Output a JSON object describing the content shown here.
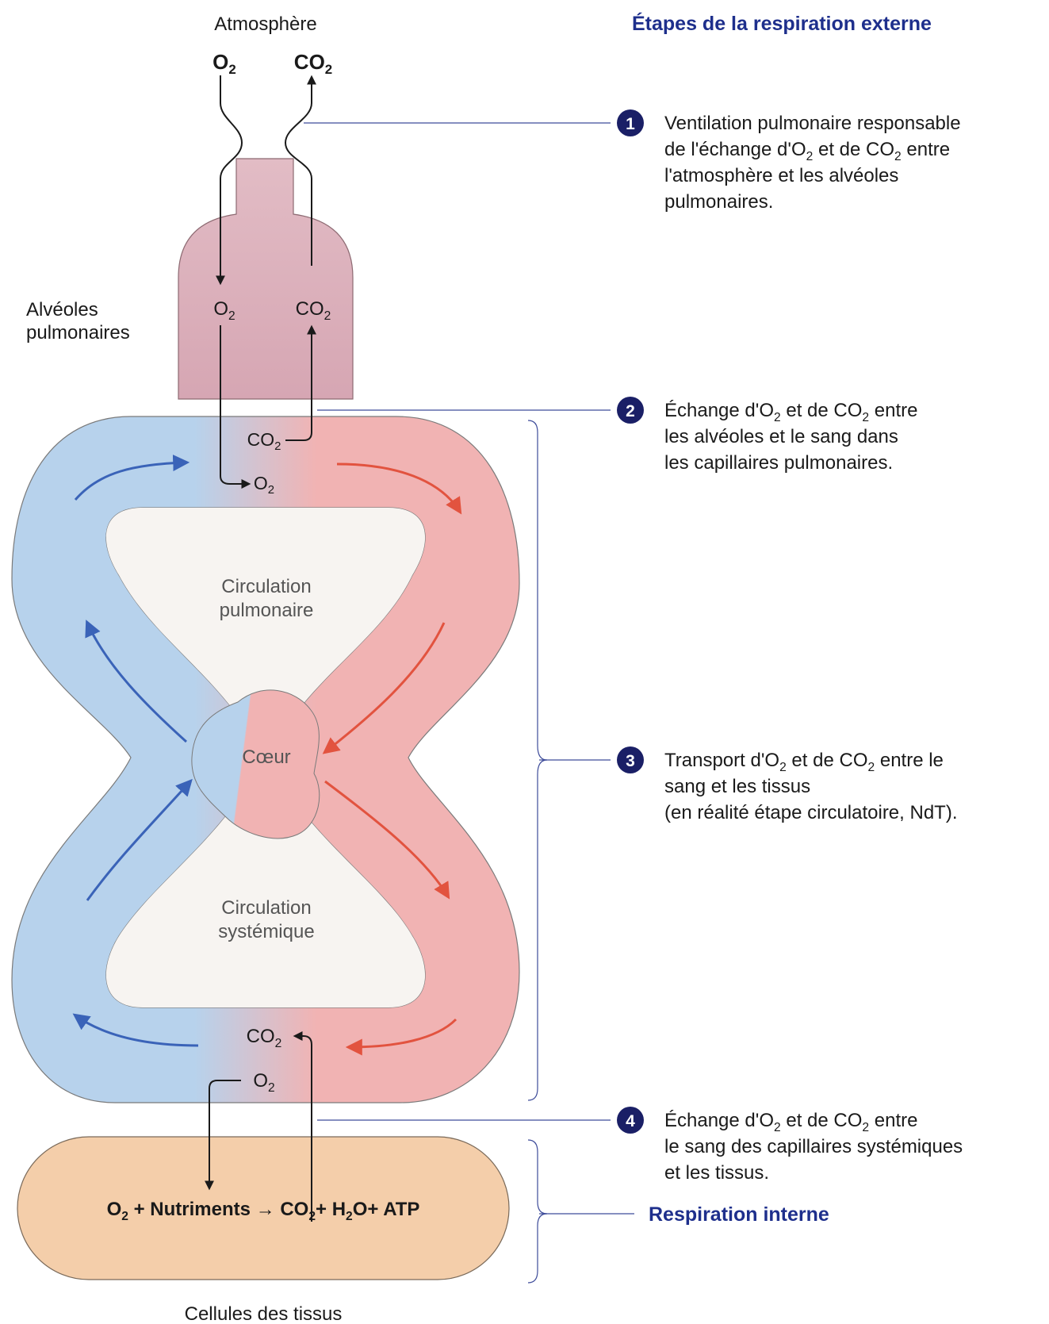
{
  "heading": "Étapes de la respiration externe",
  "atmosphere": {
    "label": "Atmosphère",
    "o2": {
      "base": "O",
      "sub": "2"
    },
    "co2": {
      "base": "CO",
      "sub": "2"
    }
  },
  "alveoles": {
    "label_line1": "Alvéoles",
    "label_line2": "pulmonaires",
    "o2": {
      "base": "O",
      "sub": "2"
    },
    "co2": {
      "base": "CO",
      "sub": "2"
    }
  },
  "pulmonary_exchange": {
    "co2": {
      "base": "CO",
      "sub": "2"
    },
    "o2": {
      "base": "O",
      "sub": "2"
    }
  },
  "circulation_pulmonaire": {
    "line1": "Circulation",
    "line2": "pulmonaire"
  },
  "coeur": "Cœur",
  "circulation_systemique": {
    "line1": "Circulation",
    "line2": "systémique"
  },
  "systemic_exchange": {
    "co2": {
      "base": "CO",
      "sub": "2"
    },
    "o2": {
      "base": "O",
      "sub": "2"
    }
  },
  "cells": {
    "label": "Cellules des tissus",
    "eq_o2": {
      "base": "O",
      "sub": "2"
    },
    "eq_plus1": "+",
    "eq_nutriments": "Nutriments",
    "eq_arrow": "→",
    "eq_co2": {
      "base": "CO",
      "sub": "2"
    },
    "eq_plus2": "+",
    "eq_h2o": {
      "base": "H",
      "sub": "2",
      "tail": "O"
    },
    "eq_plus3": "+",
    "eq_atp": "ATP"
  },
  "steps": [
    {
      "number": "1",
      "lines": [
        "Ventilation pulmonaire responsable",
        {
          "a": "de l'échange d'O",
          "s1": "2",
          "b": " et de CO",
          "s2": "2",
          "c": " entre"
        },
        "l'atmosphère et les alvéoles",
        "pulmonaires."
      ]
    },
    {
      "number": "2",
      "lines": [
        {
          "a": "Échange d'O",
          "s1": "2",
          "b": " et de CO",
          "s2": "2",
          "c": " entre"
        },
        "les alvéoles et le sang dans",
        "les capillaires pulmonaires."
      ]
    },
    {
      "number": "3",
      "lines": [
        {
          "a": "Transport d'O",
          "s1": "2",
          "b": " et de CO",
          "s2": "2",
          "c": " entre le"
        },
        "sang et les tissus",
        "(en réalité étape circulatoire, NdT)."
      ]
    },
    {
      "number": "4",
      "lines": [
        {
          "a": "Échange d'O",
          "s1": "2",
          "b": " et de CO",
          "s2": "2",
          "c": " entre"
        },
        "le sang des capillaires systémiques",
        "et les tissus."
      ]
    }
  ],
  "internal_label": "Respiration interne",
  "colors": {
    "blood_blue": "#b7d2ec",
    "blood_red": "#f1b3b3",
    "alveoli": "#d9aab6",
    "cells": "#f4ceaa",
    "inner": "#f7f4f1",
    "arrow_blue": "#3a63b8",
    "arrow_red": "#e2533f",
    "heading_blue": "#1e2f8c",
    "badge": "#1a1f66"
  }
}
